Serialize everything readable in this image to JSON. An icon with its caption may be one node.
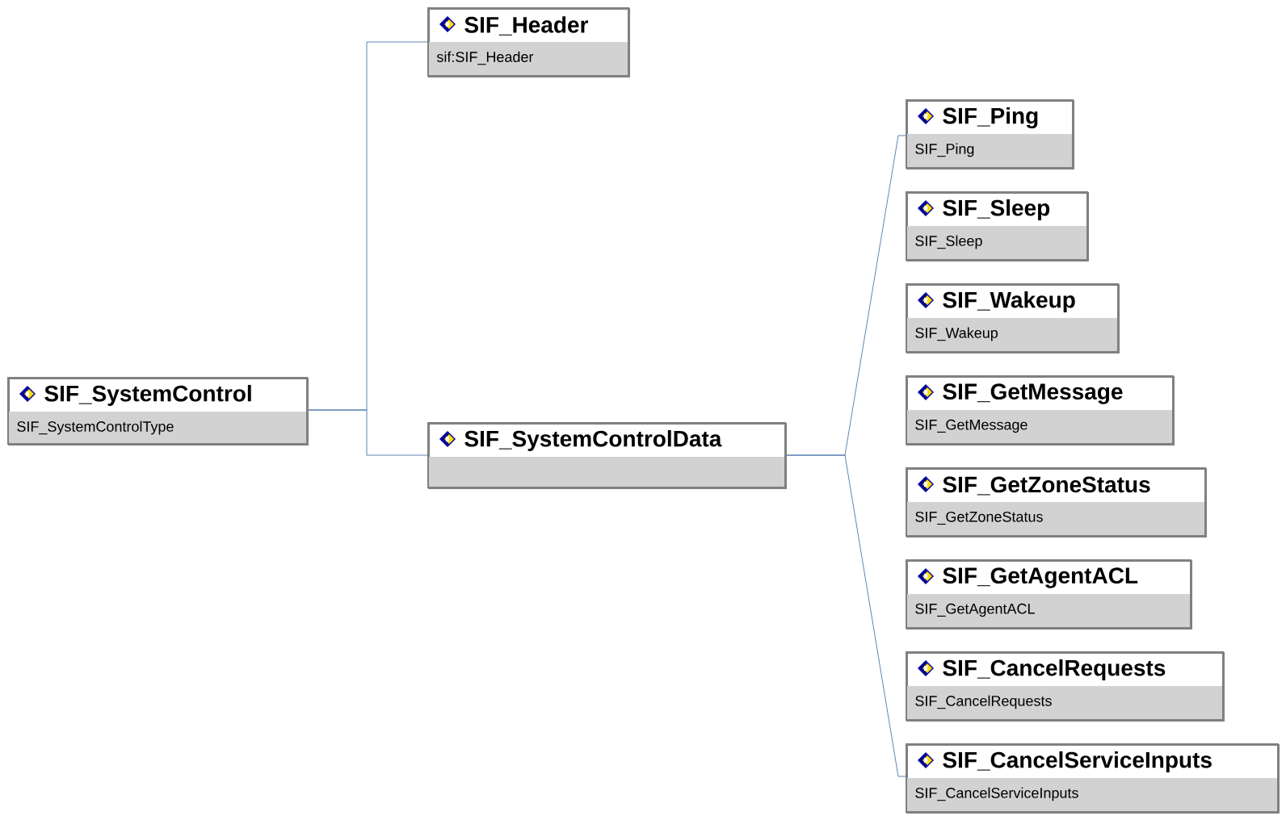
{
  "diagram": {
    "nodes": [
      {
        "text": [
          "SIF_SystemControl",
          "SIF_SystemControlType"
        ]
      },
      {
        "text": [
          "SIF_Header",
          "sif:SIF_Header"
        ]
      },
      {
        "text": [
          "SIF_SystemControlData"
        ]
      },
      {
        "text": [
          "SIF_Ping",
          "SIF_Ping"
        ]
      },
      {
        "text": [
          "SIF_Sleep",
          "SIF_Sleep"
        ]
      },
      {
        "text": [
          "SIF_Wakeup",
          "SIF_Wakeup"
        ]
      },
      {
        "text": [
          "SIF_GetMessage",
          "SIF_GetMessage"
        ]
      },
      {
        "text": [
          "SIF_GetZoneStatus",
          "SIF_GetZoneStatus"
        ]
      },
      {
        "text": [
          "SIF_GetAgentACL",
          "SIF_GetAgentACL"
        ]
      },
      {
        "text": [
          "SIF_CancelRequests",
          "SIF_CancelRequests"
        ]
      },
      {
        "text": [
          "SIF_CancelServiceInputs",
          "SIF_CancelServiceInputs"
        ]
      }
    ],
    "edges": [
      {
        "from": 0,
        "to": 1,
        "arrow": "none"
      },
      {
        "from": 0,
        "to": 2,
        "arrow": "none"
      },
      {
        "from": 2,
        "to": 3,
        "arrow": "none"
      },
      {
        "from": 2,
        "to": 10,
        "arrow": "none"
      }
    ]
  }
}
